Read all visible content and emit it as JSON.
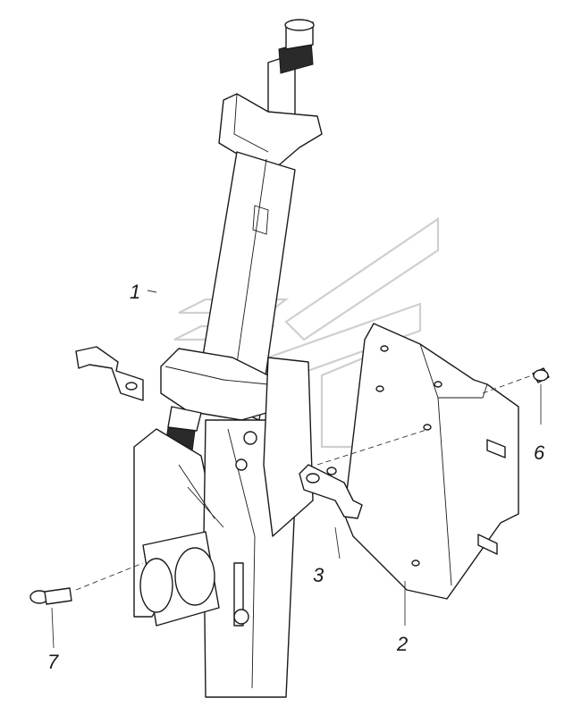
{
  "callouts": [
    {
      "id": "1",
      "label": "1"
    },
    {
      "id": "2",
      "label": "2"
    },
    {
      "id": "3",
      "label": "3"
    },
    {
      "id": "6",
      "label": "6"
    },
    {
      "id": "7",
      "label": "7"
    }
  ]
}
